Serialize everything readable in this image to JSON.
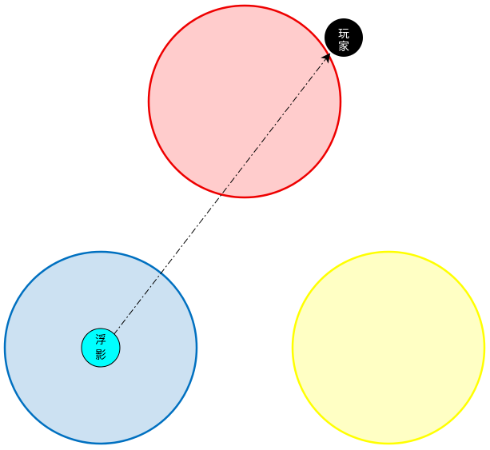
{
  "diagram": {
    "colors": {
      "red_zone_fill": "#ffcccc",
      "red_zone_stroke": "#ee0000",
      "blue_zone_fill": "#cce1f2",
      "blue_zone_stroke": "#0070c0",
      "yellow_zone_fill": "#ffffc4",
      "yellow_zone_stroke": "#ffff00",
      "player_fill": "#000000",
      "player_text": "#ffffff",
      "shadow_fill": "#00ffff",
      "shadow_text": "#000000",
      "arrow": "#000000"
    },
    "player": {
      "label_line1": "玩",
      "label_line2": "家"
    },
    "shadow": {
      "label_line1": "浮",
      "label_line2": "影"
    }
  }
}
